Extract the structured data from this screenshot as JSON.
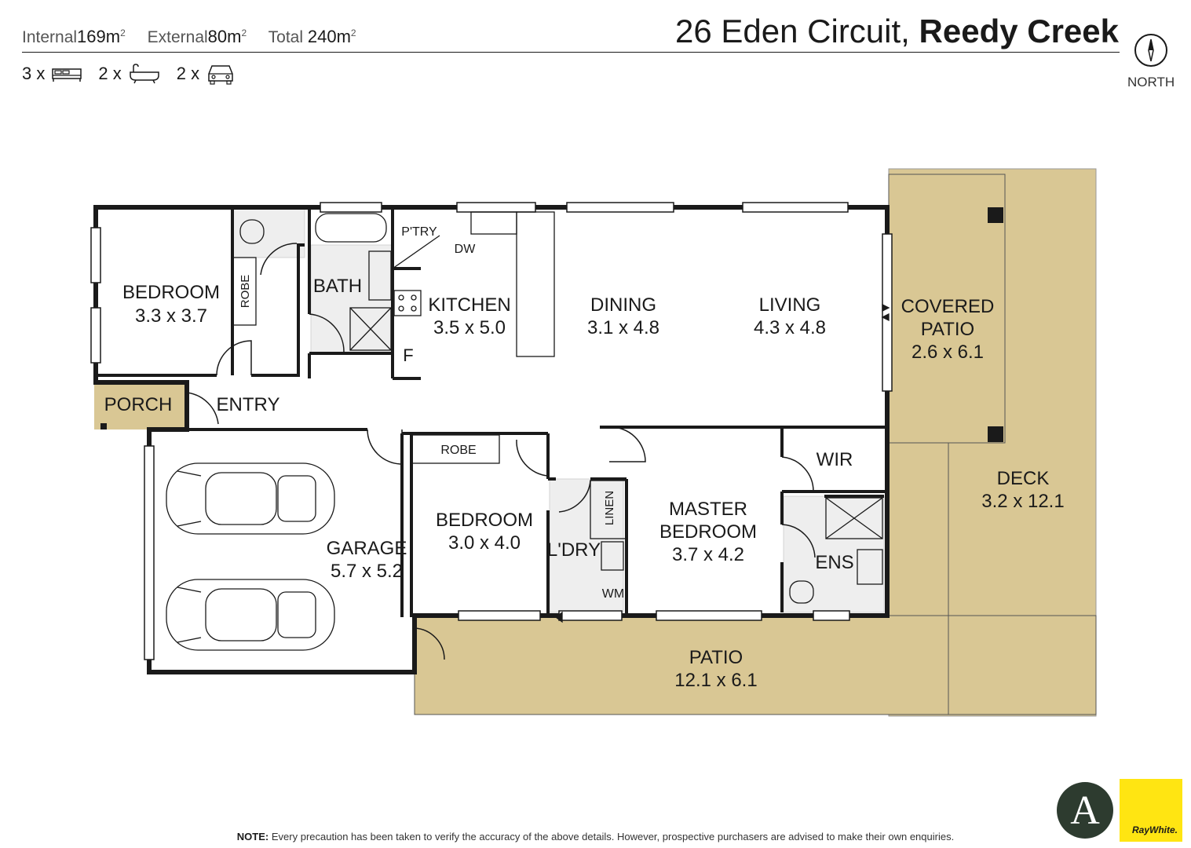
{
  "header": {
    "internal_label": "Internal",
    "internal_value": "169",
    "external_label": "External",
    "external_value": "80",
    "total_label": "Total",
    "total_value": "240",
    "area_unit": "m",
    "area_exp": "2",
    "address_street": "26 Eden Circuit,",
    "address_suburb": "Reedy Creek",
    "beds": "3 x",
    "baths": "2 x",
    "cars": "2 x",
    "north_label": "NORTH",
    "icons": [
      "bed-icon",
      "bath-icon",
      "car-icon",
      "compass-icon"
    ]
  },
  "rooms": {
    "bedroom1": {
      "name": "BEDROOM",
      "size": "3.3 x 3.7"
    },
    "robe1": "ROBE",
    "bath": "BATH",
    "pantry": "P'TRY",
    "dw": "DW",
    "kitchen": {
      "name": "KITCHEN",
      "size": "3.5 x 5.0"
    },
    "fridge": "F",
    "dining": {
      "name": "DINING",
      "size": "3.1 x 4.8"
    },
    "living": {
      "name": "LIVING",
      "size": "4.3 x 4.8"
    },
    "covered_patio": {
      "name1": "COVERED",
      "name2": "PATIO",
      "size": "2.6 x 6.1"
    },
    "porch": "PORCH",
    "entry": "ENTRY",
    "robe2": "ROBE",
    "bedroom2": {
      "name": "BEDROOM",
      "size": "3.0 x 4.0"
    },
    "garage": {
      "name": "GARAGE",
      "size": "5.7 x 5.2"
    },
    "linen": "LINEN",
    "laundry": "L'DRY",
    "wm": "WM",
    "master": {
      "name1": "MASTER",
      "name2": "BEDROOM",
      "size": "3.7 x 4.2"
    },
    "wir": "WIR",
    "ens": "ENS",
    "deck": {
      "name": "DECK",
      "size": "3.2 x 12.1"
    },
    "patio": {
      "name": "PATIO",
      "size": "12.1 x 6.1"
    }
  },
  "colors": {
    "outdoor": "#d9c794",
    "wall": "#1a1a1a",
    "logo_green": "#2d3b2f",
    "raywhite_yellow": "#ffe512"
  },
  "footer": {
    "note_label": "NOTE:",
    "note_text": "Every precaution has been taken to verify the accuracy of the above details. However, prospective purchasers are advised to make their own enquiries.",
    "logo_letter": "A",
    "brand": "RayWhite."
  }
}
